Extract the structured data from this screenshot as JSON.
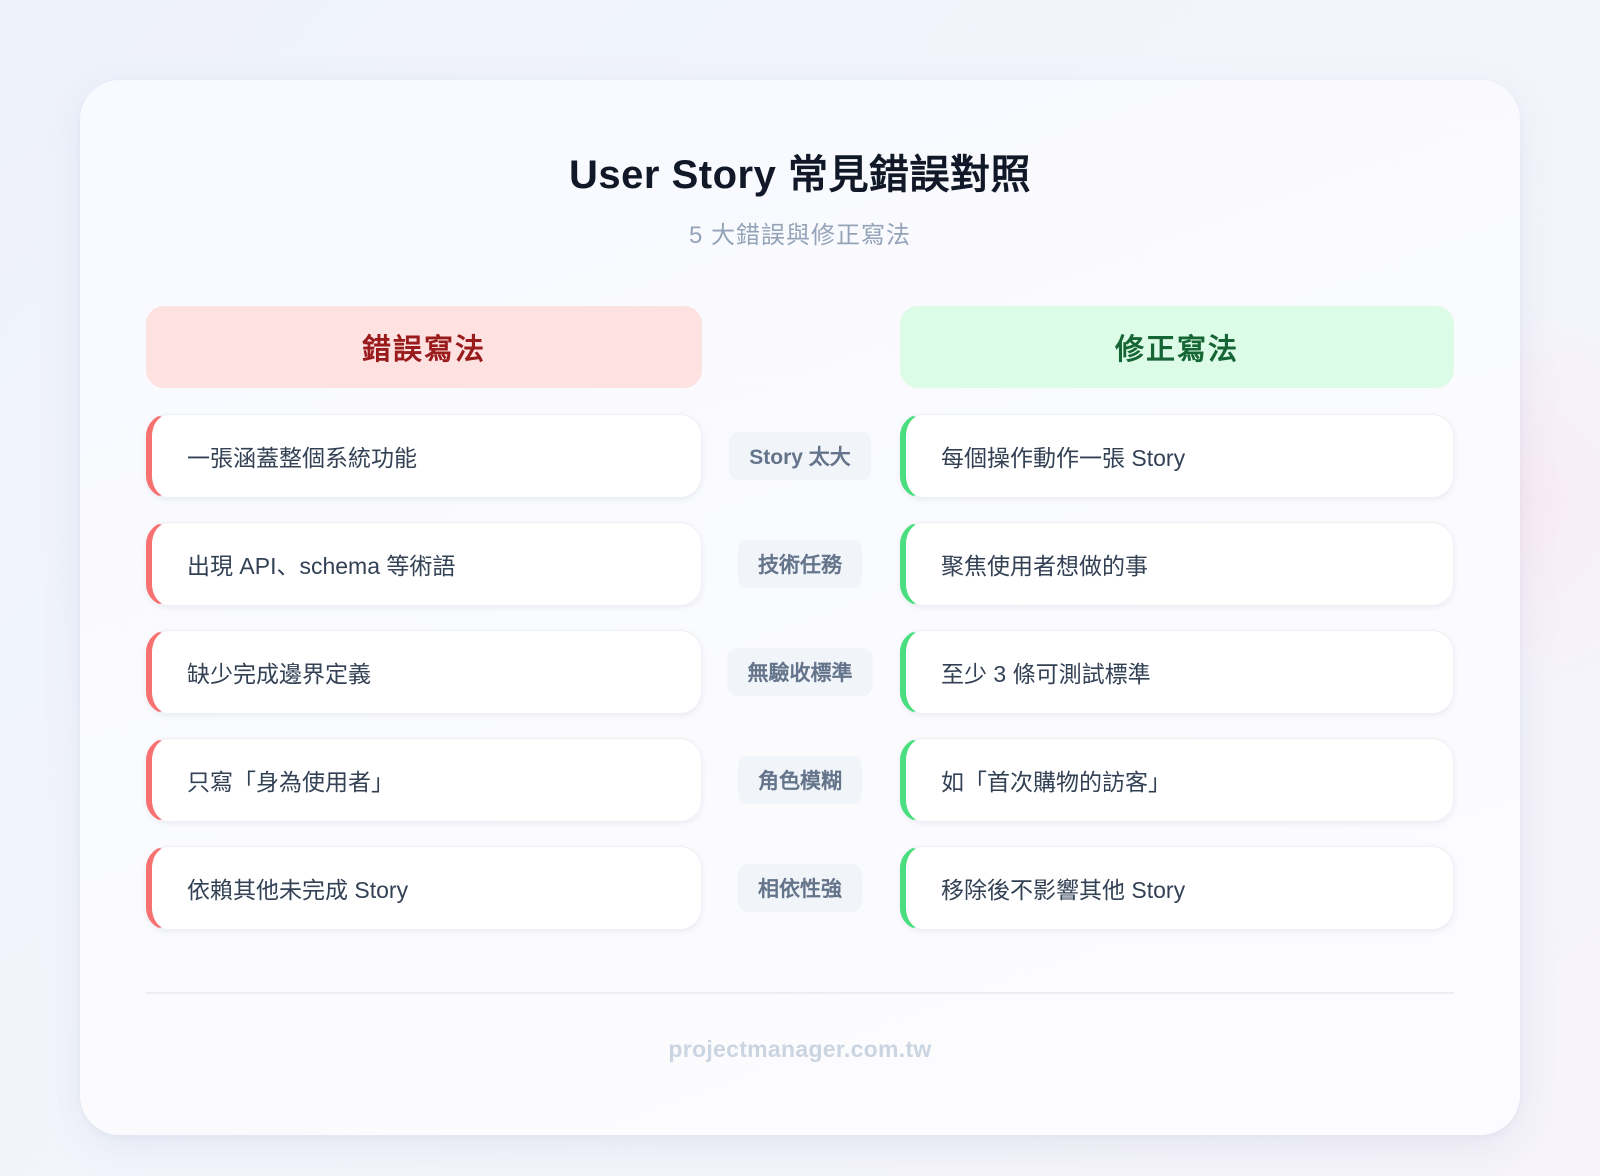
{
  "header": {
    "title": "User Story 常見錯誤對照",
    "subtitle": "5 大錯誤與修正寫法"
  },
  "columns": {
    "wrong_label": "錯誤寫法",
    "right_label": "修正寫法"
  },
  "rows": [
    {
      "wrong": "一張涵蓋整個系統功能",
      "tag": "Story 太大",
      "right": "每個操作動作一張 Story"
    },
    {
      "wrong": "出現 API、schema 等術語",
      "tag": "技術任務",
      "right": "聚焦使用者想做的事"
    },
    {
      "wrong": "缺少完成邊界定義",
      "tag": "無驗收標準",
      "right": "至少 3 條可測試標準"
    },
    {
      "wrong": "只寫「身為使用者」",
      "tag": "角色模糊",
      "right": "如「首次購物的訪客」"
    },
    {
      "wrong": "依賴其他未完成 Story",
      "tag": "相依性強",
      "right": "移除後不影響其他 Story"
    }
  ],
  "footer": {
    "site": "projectmanager.com.tw"
  },
  "colors": {
    "wrong_accent": "#f87171",
    "wrong_header_bg": "#fee2e2",
    "wrong_header_text": "#991b1b",
    "right_accent": "#4ade80",
    "right_header_bg": "#dcfce7",
    "right_header_text": "#166534",
    "tag_bg": "#f1f5f9",
    "tag_text": "#64748b"
  }
}
